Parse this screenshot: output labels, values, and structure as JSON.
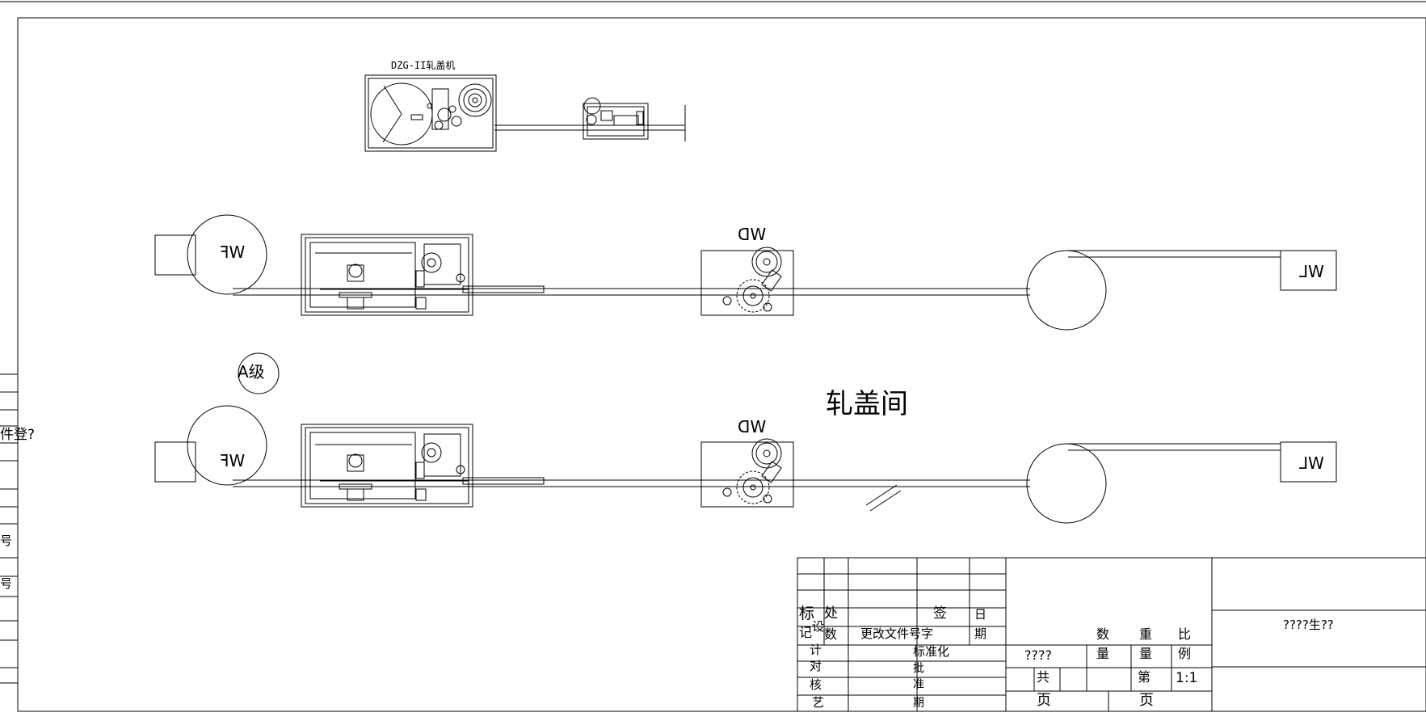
{
  "drawing": {
    "machine_title": "DZG-II轧盖机",
    "room_label": "轧盖间",
    "grade_label": "A级",
    "equipment_labels": {
      "feed_unit": "WF",
      "mid_unit": "WD",
      "out_unit": "WL"
    },
    "left_strip_labels": [
      "件登?",
      "号",
      "号"
    ]
  },
  "title_block": {
    "rows": [
      [
        "标",
        "处",
        "签",
        "日"
      ],
      [
        "记",
        "数",
        "更改文件号字",
        "期"
      ]
    ],
    "design": "设",
    "checks": [
      "计",
      "对",
      "核",
      "艺"
    ],
    "std": "标准化",
    "approve_labels": [
      "批",
      "准",
      "期"
    ],
    "drawing_name": "????",
    "qty_label": "数量",
    "weight_label": "重量",
    "scale_label": "比例",
    "scale_value": "1:1",
    "total_label": "共",
    "sheet_label": "第",
    "page_label_1": "页",
    "page_label_2": "页",
    "company": "????生??"
  }
}
